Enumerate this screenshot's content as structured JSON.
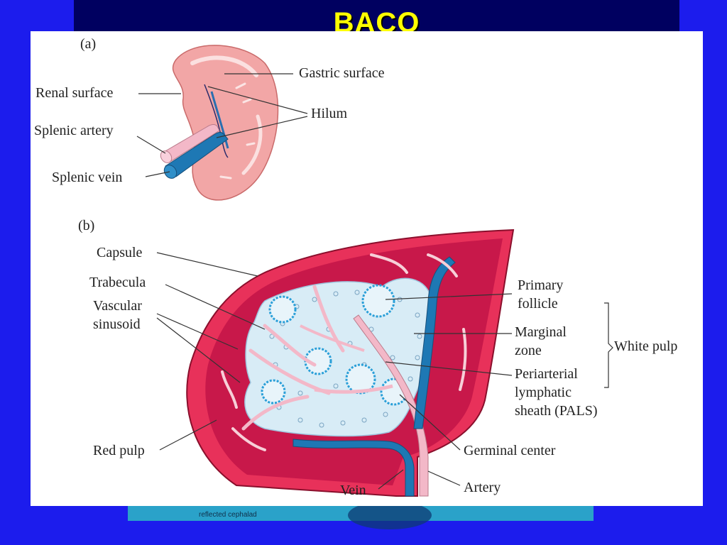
{
  "title": "BAÇO",
  "under_caption": "reflected cephalad",
  "panel_a": {
    "letter": "(a)",
    "labels": {
      "gastric_surface": "Gastric surface",
      "renal_surface": "Renal surface",
      "hilum": "Hilum",
      "splenic_artery": "Splenic artery",
      "splenic_vein": "Splenic vein"
    }
  },
  "panel_b": {
    "letter": "(b)",
    "labels": {
      "capsule": "Capsule",
      "trabecula": "Trabecula",
      "vascular_1": "Vascular",
      "vascular_2": "sinusoid",
      "primary_1": "Primary",
      "primary_2": "follicle",
      "marginal_1": "Marginal",
      "marginal_2": "zone",
      "white_pulp": "White pulp",
      "pals_1": "Periarterial",
      "pals_2": "lymphatic",
      "pals_3": "sheath (PALS)",
      "red_pulp": "Red pulp",
      "germinal_center": "Germinal center",
      "vein": "Vein",
      "artery": "Artery"
    }
  },
  "colors": {
    "background": "#1c1ced",
    "title_bar": "#000060",
    "title_text": "#ffff00",
    "spleen_pink": "#f2a6a6",
    "red_pulp": "#c8184a",
    "white_pulp": "#d8ecf6",
    "vein_blue": "#1e78b4",
    "artery_pink": "#f3b8c8"
  }
}
